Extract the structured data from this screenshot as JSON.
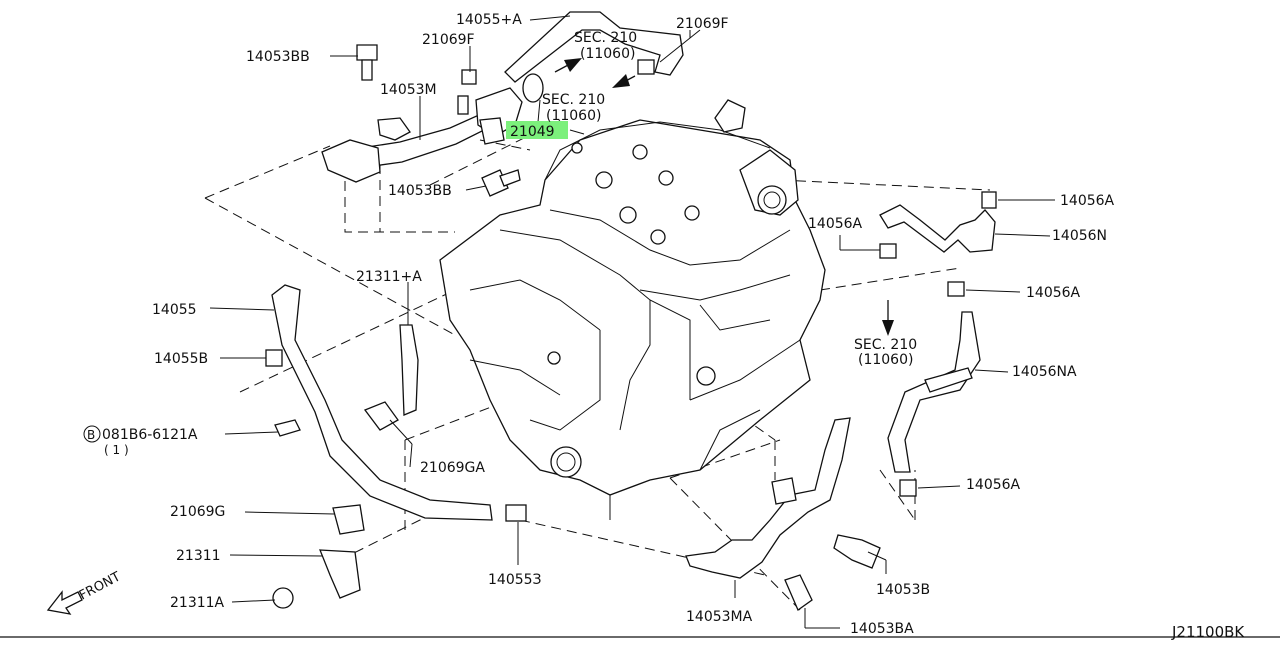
{
  "labels": {
    "hose_upper": "14055+A",
    "clamp_f_left": "21069F",
    "clamp_f_right": "21069F",
    "bolt_bb_top": "14053BB",
    "sec_upper": "SEC. 210",
    "sec_upper_code": "(11060)",
    "sec_mid": "SEC. 210",
    "sec_mid_code": "(11060)",
    "pipe_m": "14053M",
    "highlight_part": "21049",
    "bolt_bb_mid": "14053BB",
    "clip_a_top": "14056A",
    "hose_n": "14056N",
    "clip_a_left": "14056A",
    "bracket_a": "21311+A",
    "clip_a_mid": "14056A",
    "hose_lower": "14055",
    "clamp_b": "14055B",
    "sec_right": "SEC. 210",
    "sec_right_code": "(11060)",
    "hose_na": "14056NA",
    "bolt_circle": "B",
    "bolt_spec": "081B6-6121A",
    "bolt_qty": "( 1 )",
    "clamp_ga": "21069GA",
    "clip_a_bottom": "14056A",
    "clamp_g": "21069G",
    "bracket": "21311",
    "clamp_53": "14055З",
    "bolt_b": "14053B",
    "bracket_sa": "21311A",
    "pipe_ma": "14053MA",
    "bolt_ba": "14053BA",
    "front": "FRONT",
    "drawing_code": "J21100BK"
  },
  "colors": {
    "highlight": "#7CF07C",
    "line": "#111111"
  }
}
